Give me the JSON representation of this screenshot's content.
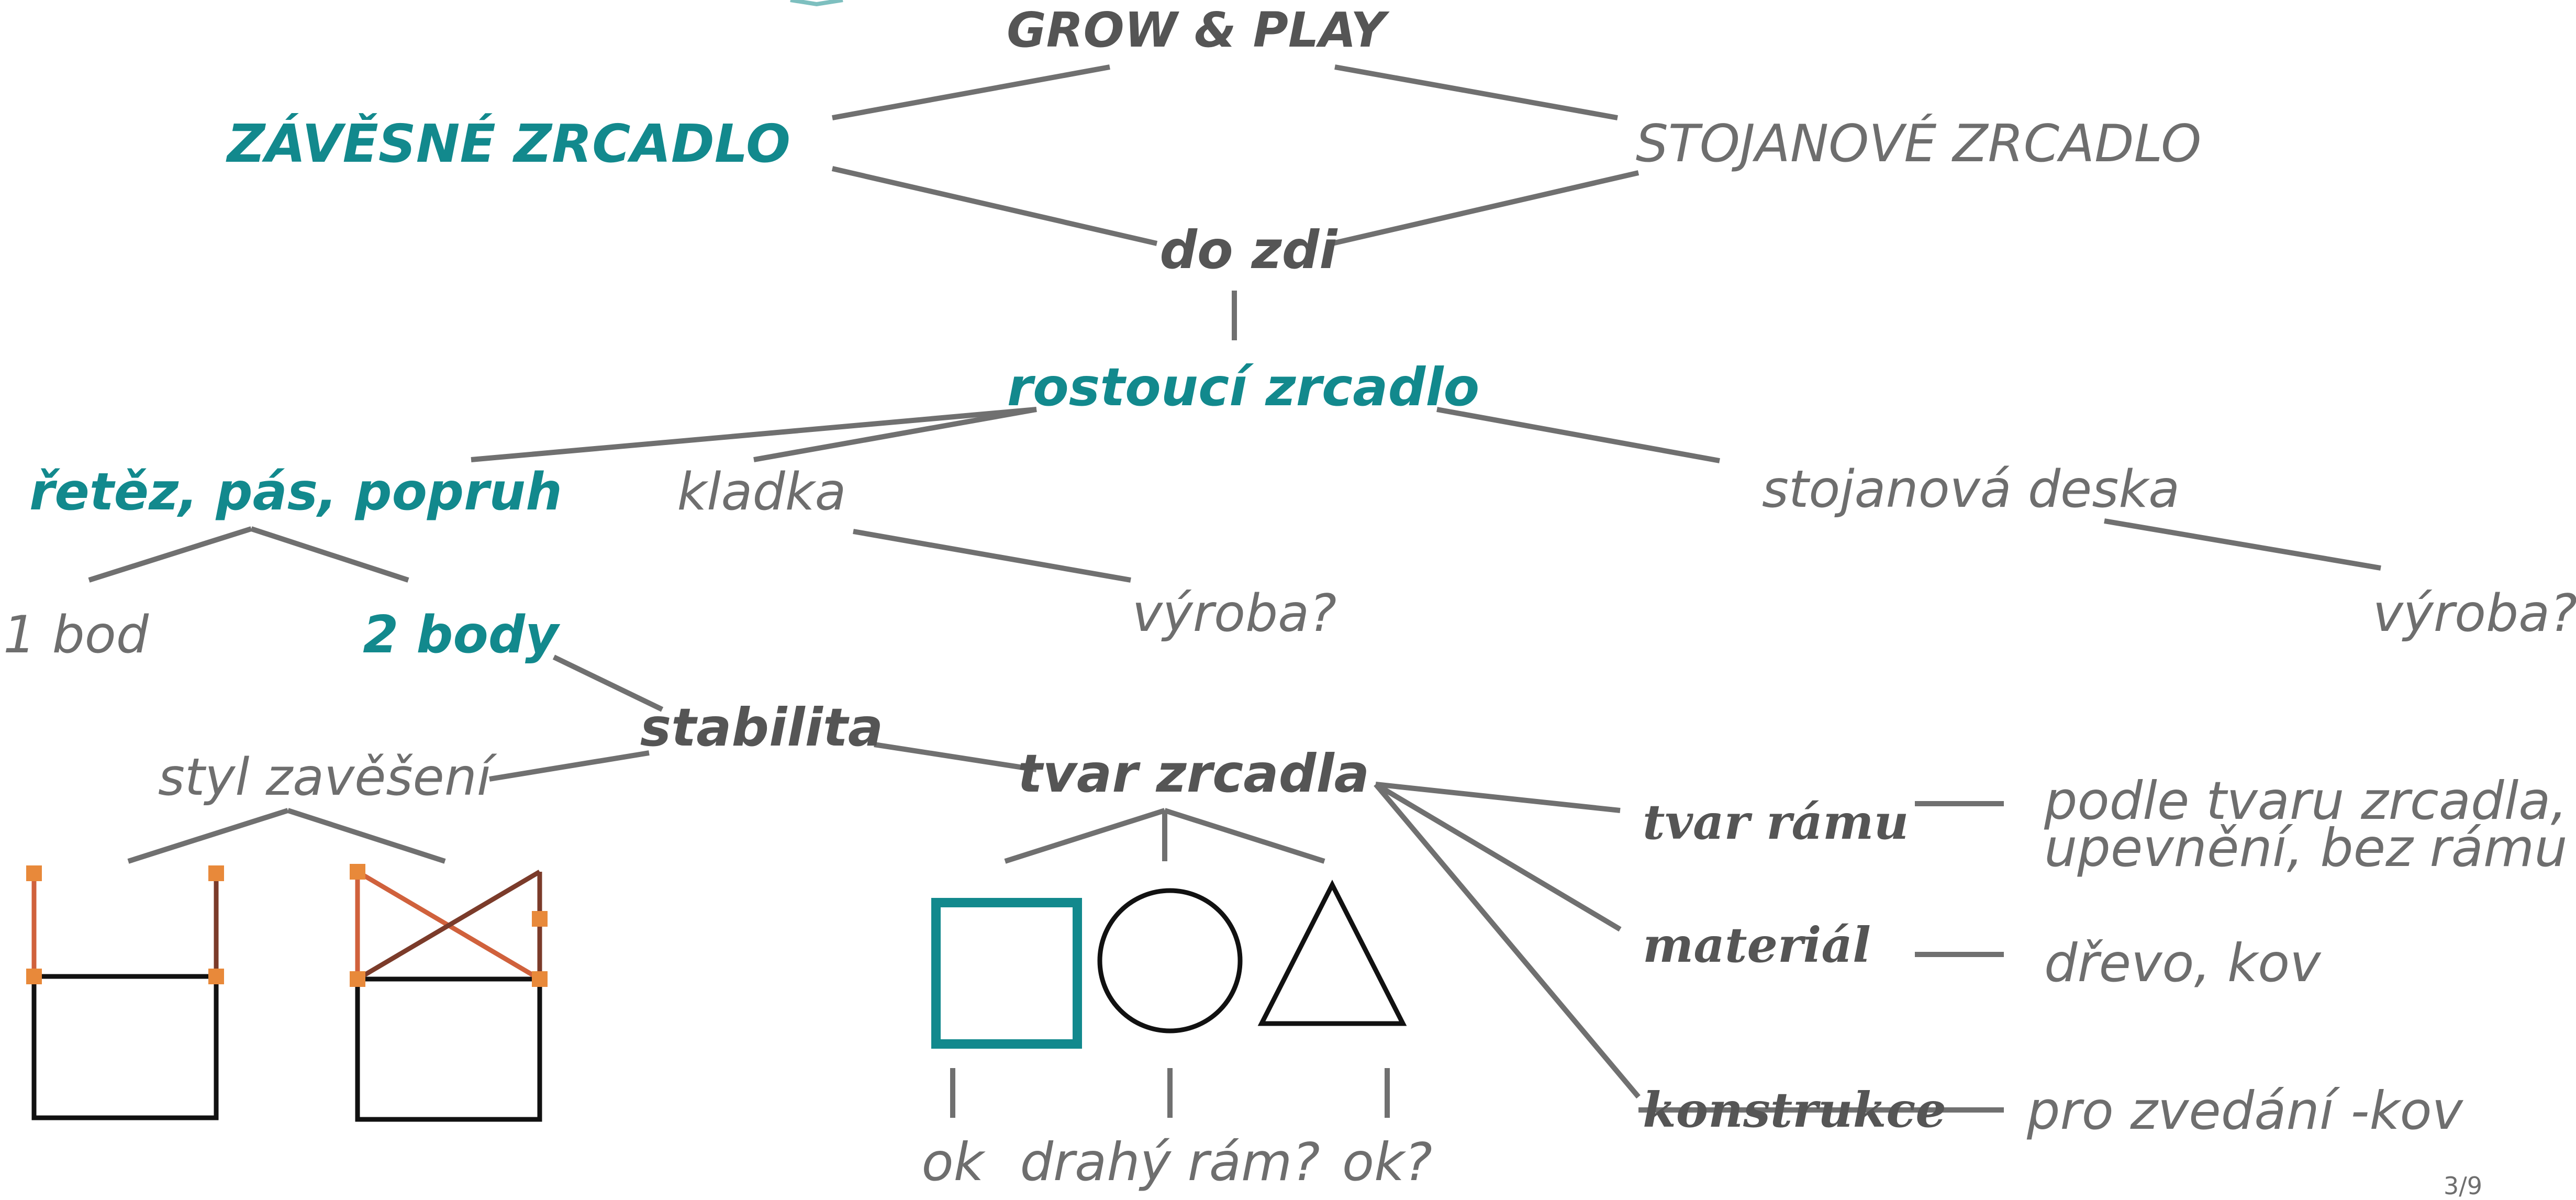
{
  "colors": {
    "line": "#707070",
    "teal": "#12898d",
    "gray_text": "#5f5f5f",
    "dark_text": "#555555",
    "orange_point": "#e8893a",
    "rope_light": "#d0613c",
    "rope_dark": "#7b3b2a"
  },
  "nodes": {
    "root": "GROW & PLAY",
    "hanging_mirror": "ZÁVĚSNÉ ZRCADLO",
    "standing_mirror": "STOJANOVÉ ZRCADLO",
    "wall": "do zdi",
    "growing_mirror": "rostoucí zrcadlo",
    "chain": "řetěz, pás, popruh",
    "pulley": "kladka",
    "stand_board": "stojanová deska",
    "one_point": "1 bod",
    "two_points": "2 body",
    "production_1": "výroba?",
    "production_2": "výroba?",
    "stability": "stabilita",
    "hanging_style": "styl zavěšení",
    "mirror_shape": "tvar zrcadla",
    "frame_shape": "tvar rámu",
    "frame_shape_value_line1": "podle tvaru zrcadla,",
    "frame_shape_value_line2": "upevnění, bez rámu",
    "material": "materiál",
    "material_value": "dřevo, kov",
    "construction": "konstrukce",
    "construction_value": "pro zvedání -kov",
    "shape_square_note": "ok",
    "shape_circle_note": "drahý rám?",
    "shape_triangle_note": "ok?",
    "page_number": "3/9"
  },
  "shapes": {
    "square": "square-shape",
    "circle": "circle-shape",
    "triangle": "triangle-shape"
  }
}
